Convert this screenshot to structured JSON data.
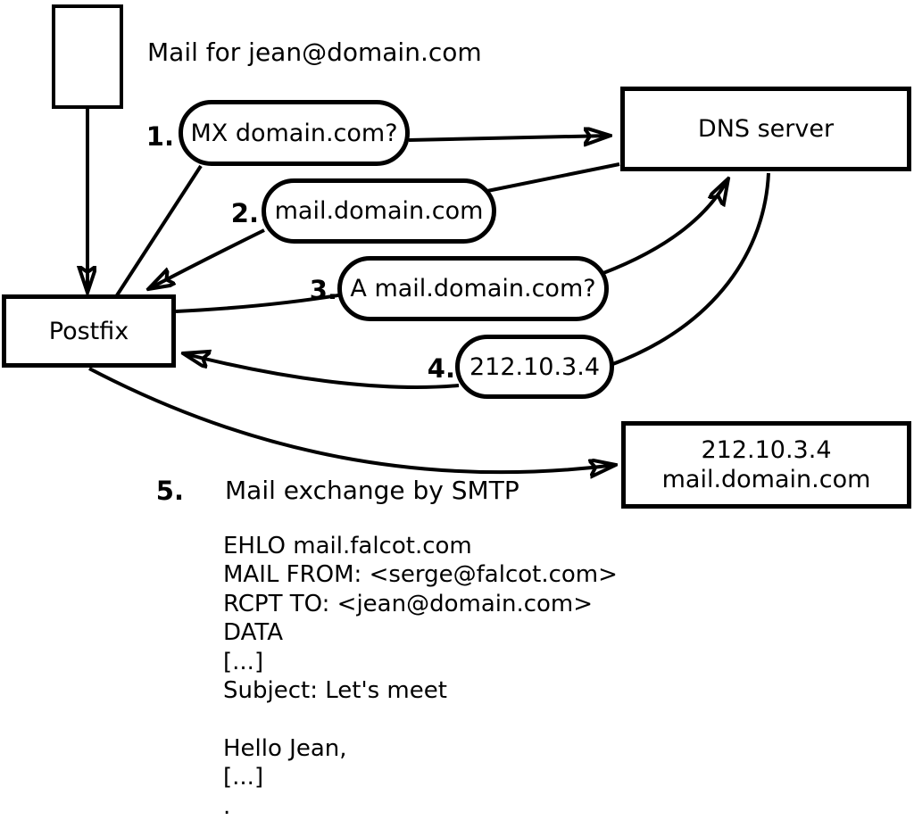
{
  "title": "Mail for jean@domain.com",
  "nodes": {
    "postfix": {
      "label": "Postfix"
    },
    "dns": {
      "label": "DNS server"
    },
    "mail_server": {
      "line1": "212.10.3.4",
      "line2": "mail.domain.com"
    }
  },
  "steps": [
    {
      "num": "1.",
      "label": "MX domain.com?"
    },
    {
      "num": "2.",
      "label": "mail.domain.com"
    },
    {
      "num": "3.",
      "label": "A mail.domain.com?"
    },
    {
      "num": "4.",
      "label": "212.10.3.4"
    },
    {
      "num": "5.",
      "label": "Mail exchange by SMTP"
    }
  ],
  "smtp_session": [
    "EHLO mail.falcot.com",
    "MAIL FROM: <serge@falcot.com>",
    "RCPT TO: <jean@domain.com>",
    "DATA",
    "[...]",
    "Subject: Let's meet",
    "",
    "Hello Jean,",
    "[...]",
    "."
  ],
  "colors": {
    "stroke": "#000000",
    "background": "#ffffff"
  }
}
